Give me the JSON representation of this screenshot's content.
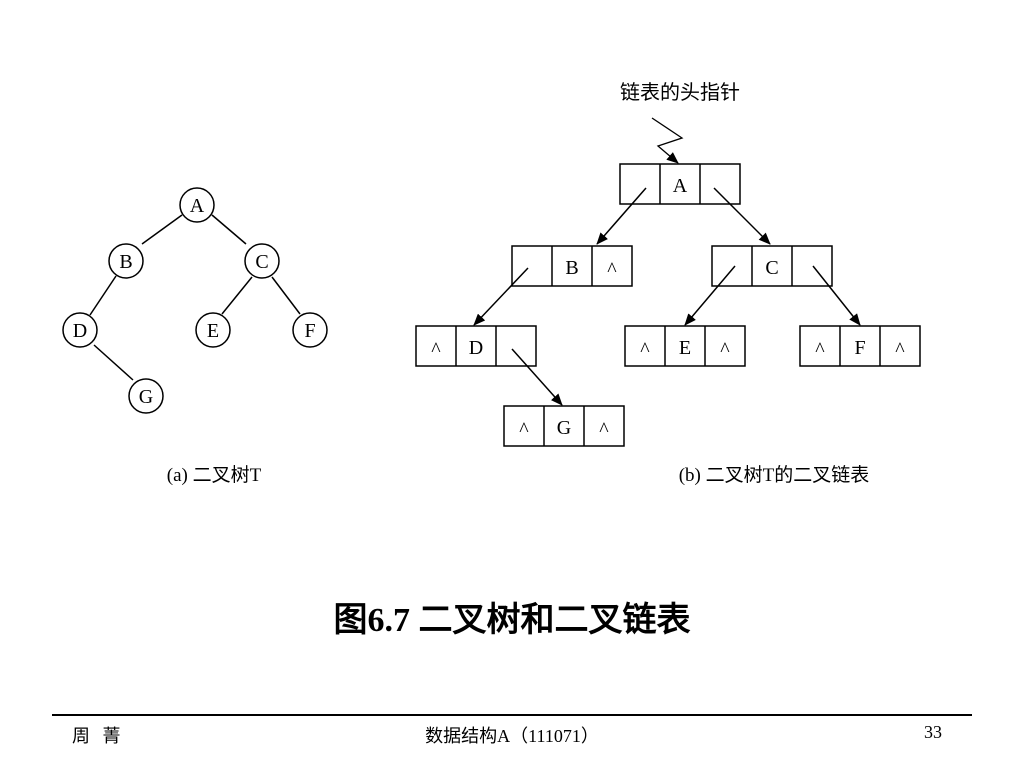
{
  "tree_a": {
    "caption": "(a) 二叉树T",
    "nodes": {
      "A": "A",
      "B": "B",
      "C": "C",
      "D": "D",
      "E": "E",
      "F": "F",
      "G": "G"
    }
  },
  "tree_b": {
    "caption": "(b) 二叉树T的二叉链表",
    "head_pointer_label": "链表的头指针",
    "null_symbol": "^",
    "nodes": {
      "A": "A",
      "B": "B",
      "C": "C",
      "D": "D",
      "E": "E",
      "F": "F",
      "G": "G"
    }
  },
  "figure_title": "图6.7 二叉树和二叉链表",
  "footer": {
    "author": "周 菁",
    "course": "数据结构A（111071）",
    "page": "33"
  }
}
